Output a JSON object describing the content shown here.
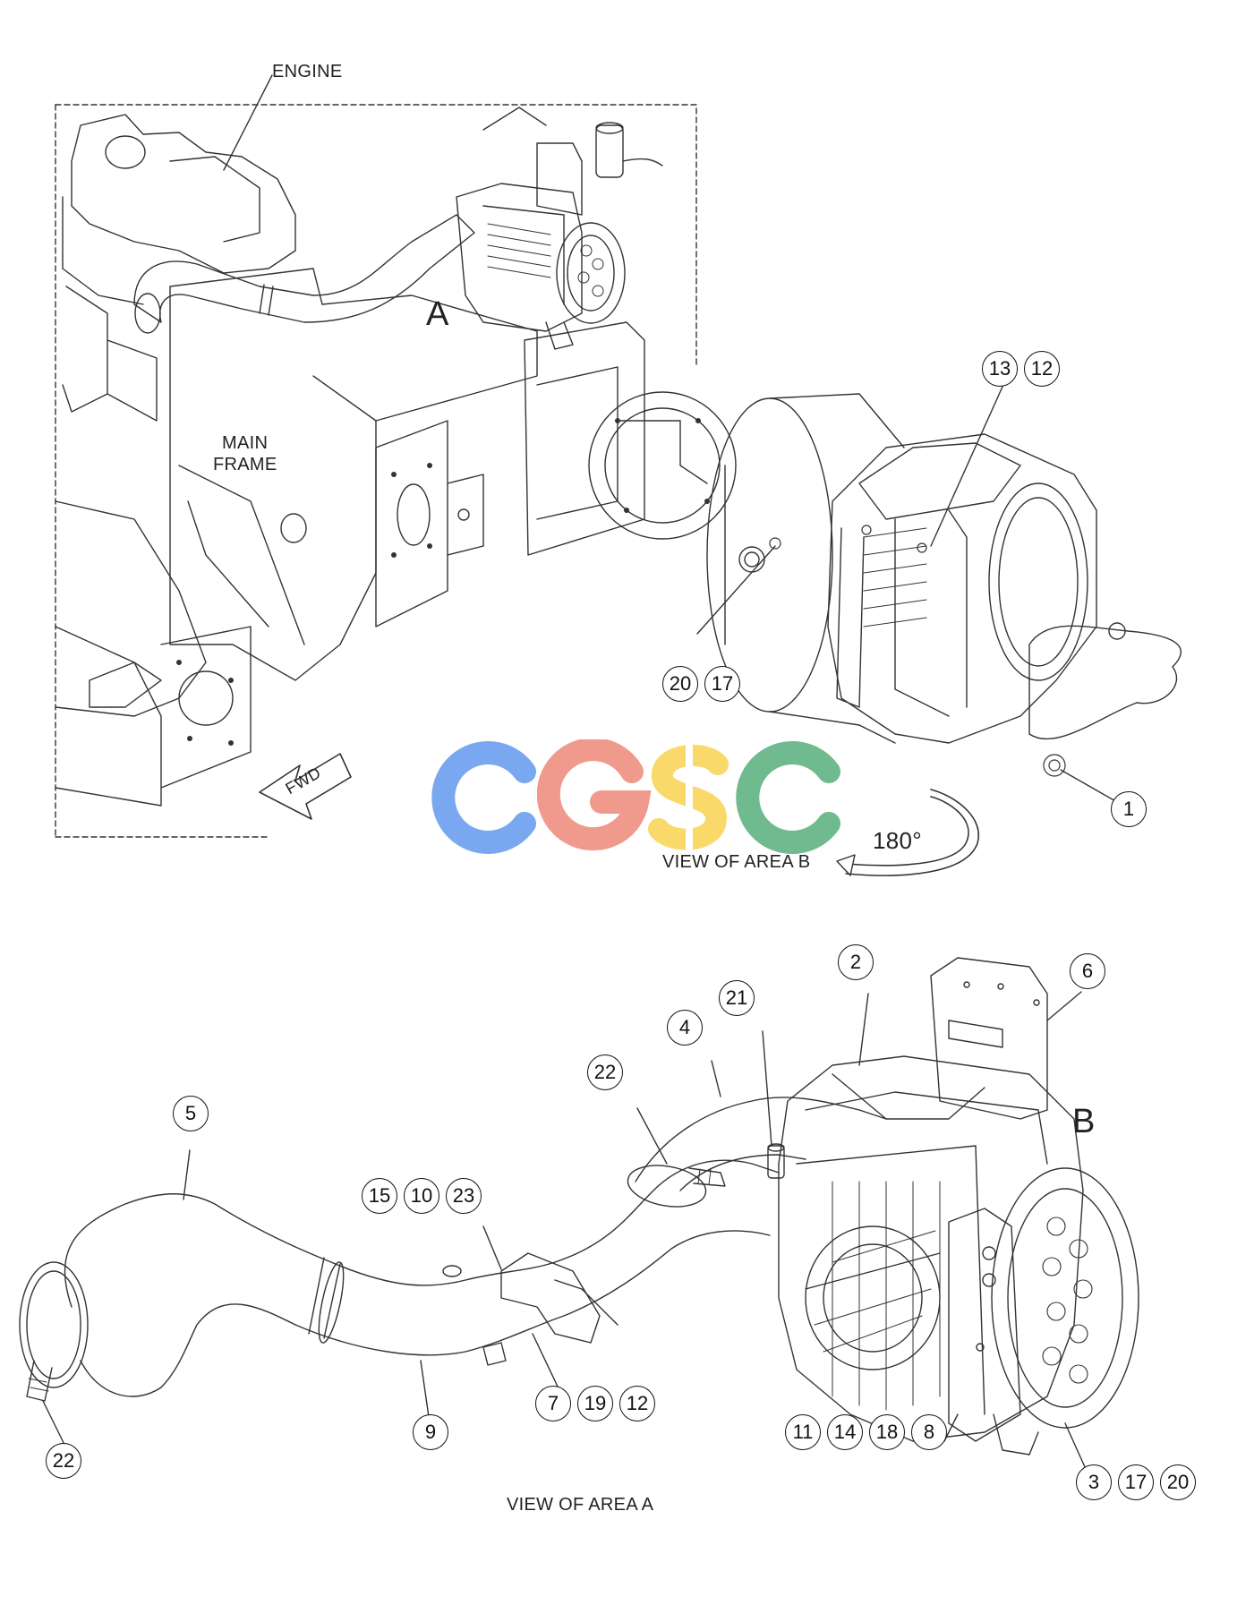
{
  "labels": {
    "engine": "ENGINE",
    "main_frame_1": "MAIN",
    "main_frame_2": "FRAME",
    "fwd": "FWD",
    "area_a": "A",
    "area_b": "B",
    "rotation": "180°",
    "view_area_b": "VIEW OF AREA B",
    "view_area_a": "VIEW OF AREA A"
  },
  "balloons_view_b": [
    "13",
    "12",
    "20",
    "17",
    "1"
  ],
  "balloons_view_a": [
    "2",
    "6",
    "21",
    "4",
    "22",
    "5",
    "15",
    "10",
    "23",
    "9",
    "7",
    "19",
    "12",
    "22",
    "11",
    "14",
    "18",
    "8",
    "3",
    "17",
    "20"
  ],
  "watermark": {
    "text": "CGSC",
    "colors": [
      "#7aa8f0",
      "#f09a8e",
      "#f9d96a",
      "#6fba8e"
    ]
  }
}
